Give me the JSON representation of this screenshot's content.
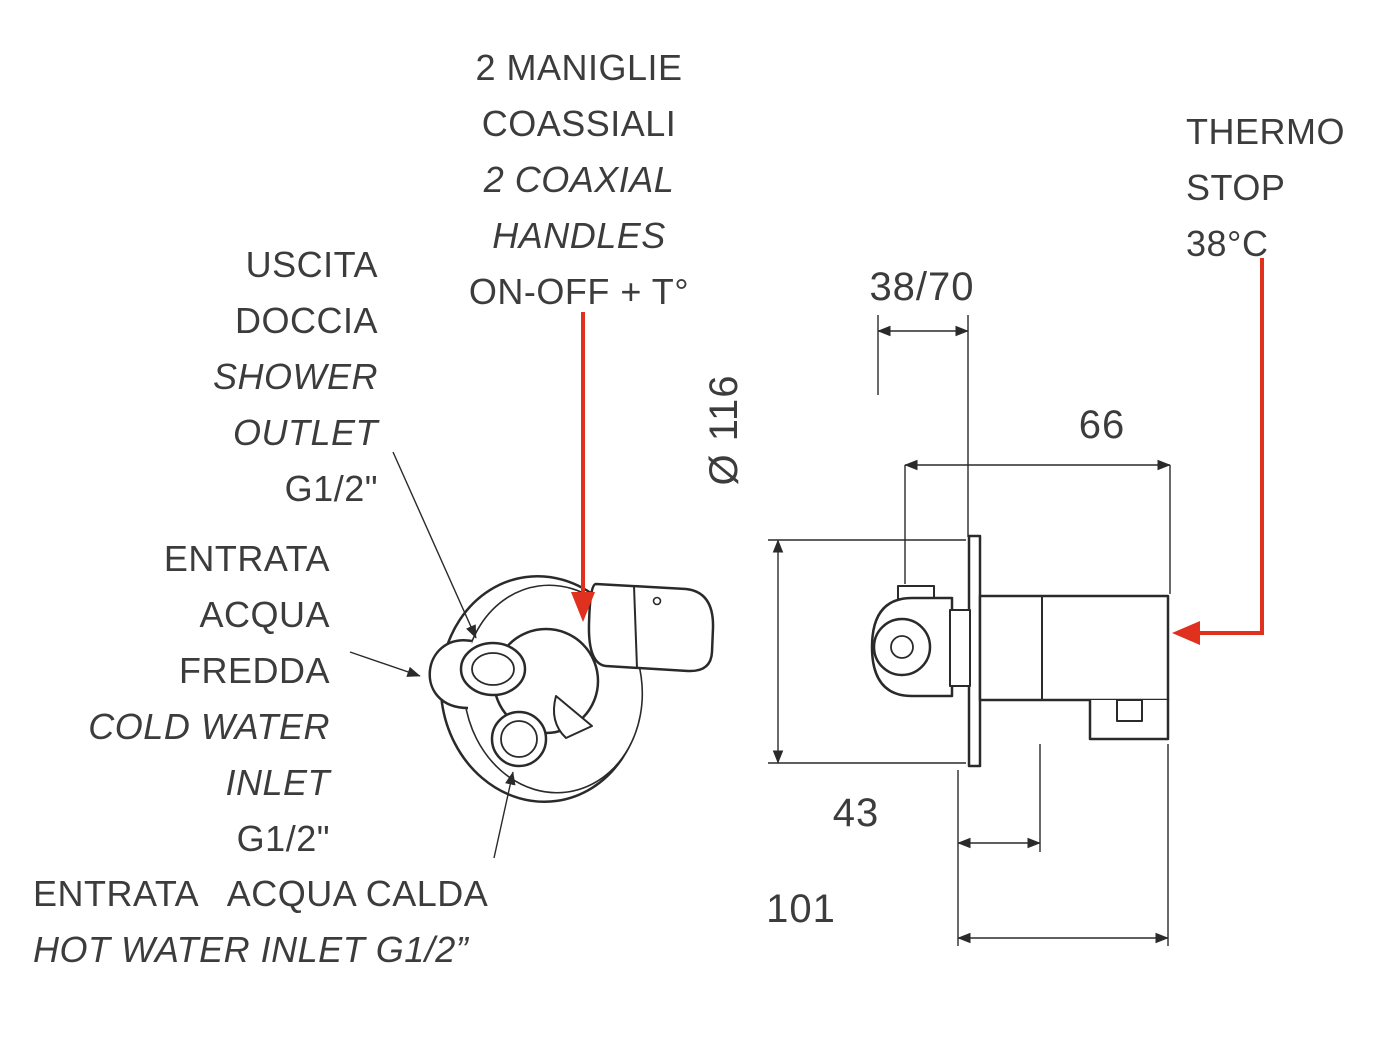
{
  "colors": {
    "accent_red": "#e0301e",
    "line": "#2a2a2a",
    "text": "#3c3c3c",
    "background": "#ffffff"
  },
  "labels": {
    "coaxial_handles": {
      "line1": "2 MANIGLIE",
      "line2": "COASSIALI",
      "line3": "2 COAXIAL",
      "line4": "HANDLES",
      "line5": "ON-OFF + T°"
    },
    "thermo_stop": {
      "line1": "THERMO",
      "line2": "STOP",
      "line3": "38°C"
    },
    "shower_outlet": {
      "line1": "USCITA",
      "line2": "DOCCIA",
      "line3": "SHOWER",
      "line4": "OUTLET",
      "line5": "G1/2\""
    },
    "cold_water_inlet": {
      "line1": "ENTRATA",
      "line2": "ACQUA",
      "line3": "FREDDA",
      "line4": "COLD WATER",
      "line5": "INLET",
      "line6": "G1/2\""
    },
    "hot_water_inlet": {
      "line1": "ENTRATA   ACQUA CALDA",
      "line2": "HOT WATER INLET G1/2”"
    }
  },
  "dimensions": {
    "handle_width": "38/70",
    "body_depth": "66",
    "plate_diameter": "Ø 116",
    "inlet_offset": "43",
    "total_depth": "101"
  }
}
